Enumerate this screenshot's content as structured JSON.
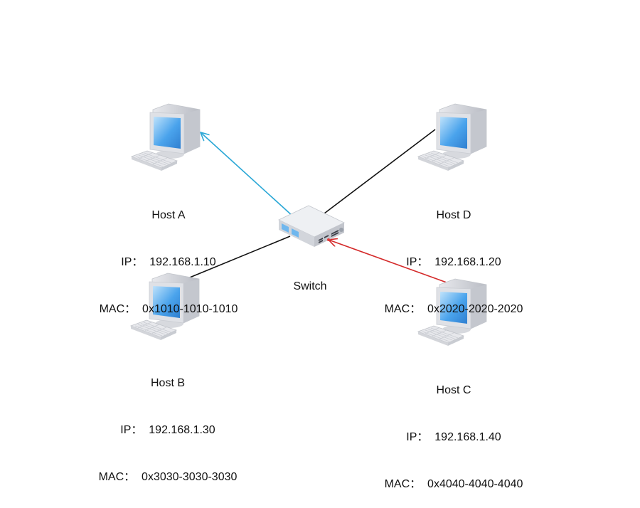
{
  "switch": {
    "label": "Switch"
  },
  "hosts": {
    "a": {
      "name": "Host A",
      "ip": "IP：  192.168.1.10",
      "mac": "MAC：  0x1010-1010-1010"
    },
    "b": {
      "name": "Host B",
      "ip": "IP：  192.168.1.30",
      "mac": "MAC：  0x3030-3030-3030"
    },
    "c": {
      "name": "Host C",
      "ip": "IP：  192.168.1.40",
      "mac": "MAC：  0x4040-4040-4040"
    },
    "d": {
      "name": "Host D",
      "ip": "IP：  192.168.1.20",
      "mac": "MAC：  0x2020-2020-2020"
    }
  },
  "links": {
    "a": {
      "color": "#2aa7d6",
      "arrow": "to-host"
    },
    "b": {
      "color": "#111111",
      "arrow": "none"
    },
    "c": {
      "color": "#d42a2a",
      "arrow": "to-switch"
    },
    "d": {
      "color": "#111111",
      "arrow": "none"
    }
  },
  "icons": {
    "host": "desktop-computer-icon",
    "switch": "network-switch-icon"
  }
}
